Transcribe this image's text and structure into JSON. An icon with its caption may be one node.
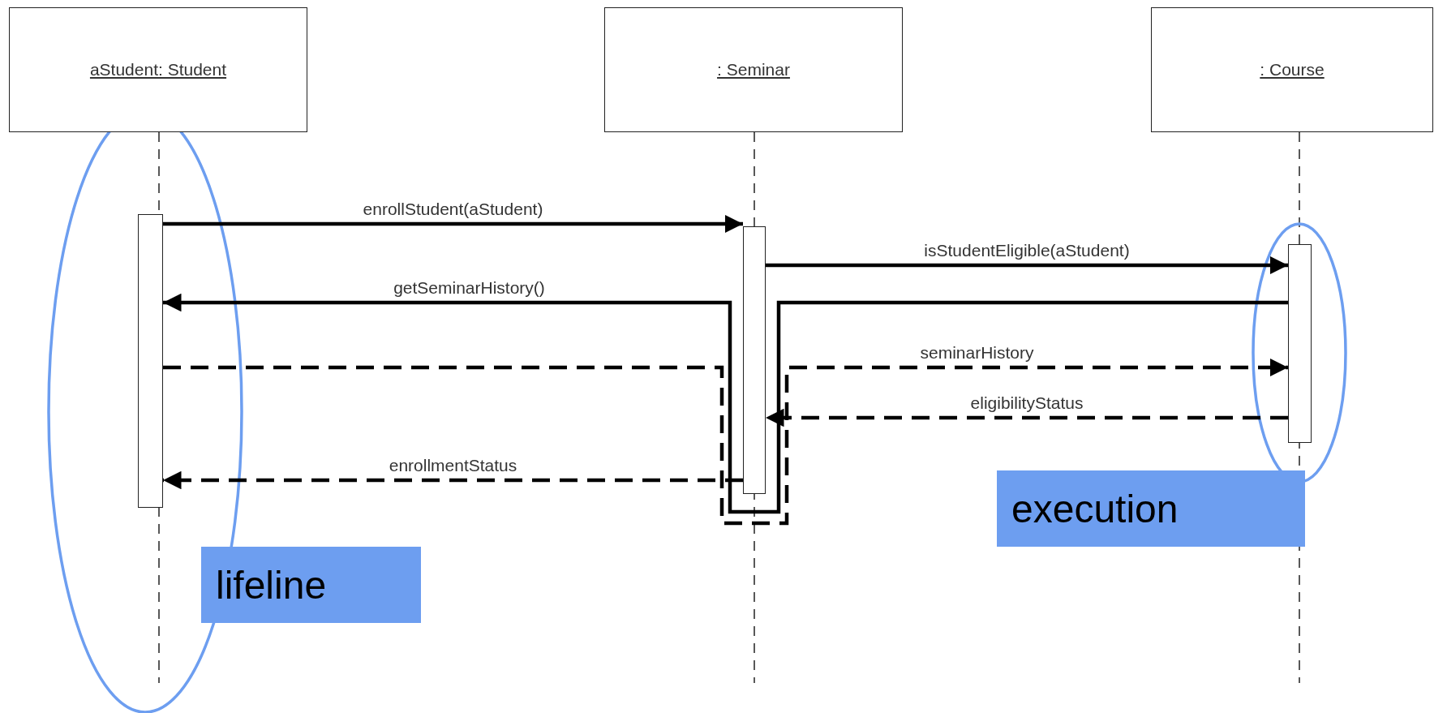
{
  "diagram": {
    "nodes": [
      {
        "text": [
          "aStudent: Student"
        ]
      },
      {
        "text": [
          ": Seminar"
        ]
      },
      {
        "text": [
          ": Course"
        ]
      },
      {
        "text": [],
        "shape": "bar"
      },
      {
        "text": [],
        "shape": "bar"
      },
      {
        "text": [],
        "shape": "bar"
      },
      {
        "text": [
          "execution"
        ]
      },
      {
        "text": [
          "lifeline"
        ]
      }
    ],
    "edges": [
      {
        "from": 3,
        "to": 4,
        "arrow": "to",
        "label": "enrollStudent(aStudent)"
      },
      {
        "from": 4,
        "to": 5,
        "arrow": "to",
        "label": "isStudentEligible(aStudent)"
      },
      {
        "from": 5,
        "to": 3,
        "arrow": "to",
        "label": "getSeminarHistory()"
      },
      {
        "from": 3,
        "to": 5,
        "arrow": "to",
        "label": "seminarHistory",
        "style": "dashed"
      },
      {
        "from": 5,
        "to": 4,
        "arrow": "to",
        "label": "eligibilityStatus",
        "style": "dashed"
      },
      {
        "from": 4,
        "to": 3,
        "arrow": "to",
        "label": "enrollmentStatus",
        "style": "dashed"
      }
    ]
  }
}
